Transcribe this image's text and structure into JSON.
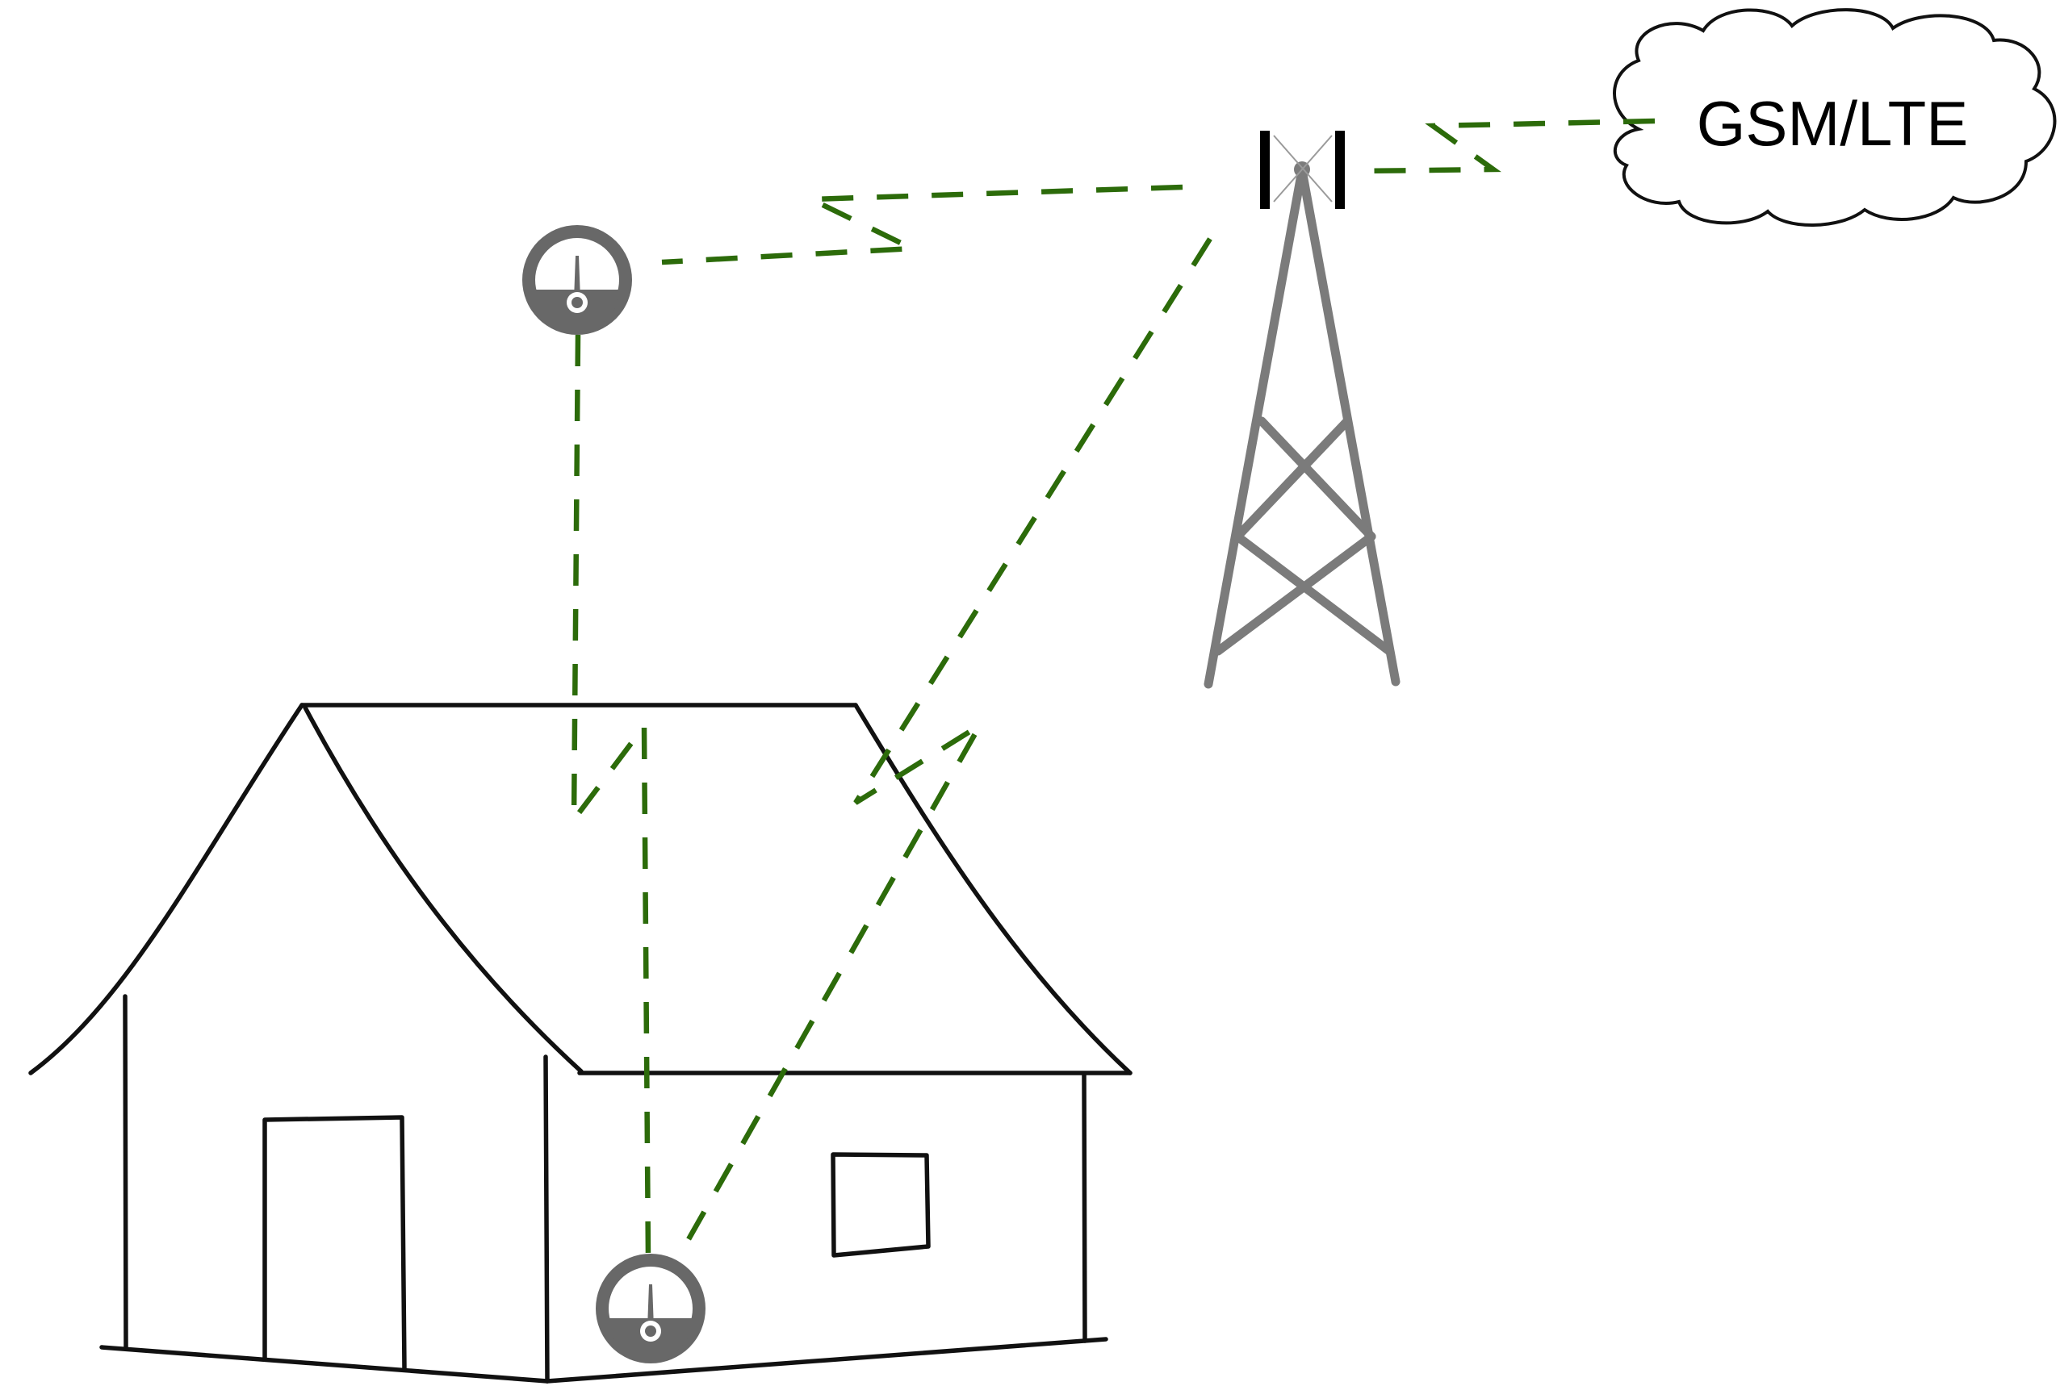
{
  "diagram": {
    "cloud": {
      "label": "GSM/LTE"
    },
    "nodes": [
      {
        "id": "meter-upper",
        "icon": "gauge-meter-icon"
      },
      {
        "id": "meter-house",
        "icon": "gauge-meter-icon"
      },
      {
        "id": "tower",
        "icon": "cell-tower-icon"
      },
      {
        "id": "house",
        "icon": "house-sketch"
      },
      {
        "id": "cloud",
        "icon": "cloud-shape"
      }
    ],
    "links": [
      {
        "from": "meter-upper",
        "to": "tower",
        "style": "dashed-lightning"
      },
      {
        "from": "tower",
        "to": "cloud",
        "style": "dashed-lightning"
      },
      {
        "from": "meter-upper",
        "to": "meter-house",
        "style": "dashed-lightning"
      },
      {
        "from": "tower",
        "to": "meter-house",
        "style": "dashed-lightning"
      }
    ],
    "colors": {
      "link": "#2c6b0a",
      "meter": "#686868",
      "tower": "#7b7b7b",
      "outline": "#111111"
    }
  }
}
